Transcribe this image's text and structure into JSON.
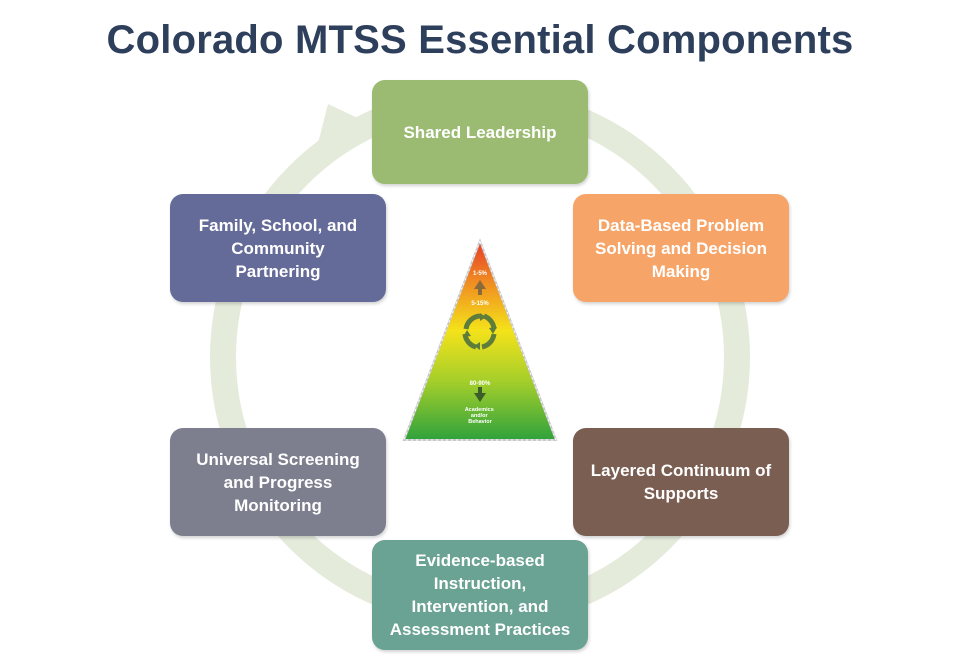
{
  "title": "Colorado MTSS Essential Components",
  "components": [
    {
      "label": "Shared Leadership",
      "color": "#9bbb72"
    },
    {
      "label": "Data-Based Problem\nSolving and Decision\nMaking",
      "color": "#f6a467"
    },
    {
      "label": "Layered Continuum of\nSupports",
      "color": "#7b5e52"
    },
    {
      "label": "Evidence-based\nInstruction,\nIntervention, and\nAssessment Practices",
      "color": "#6aa293"
    },
    {
      "label": "Universal Screening\nand Progress\nMonitoring",
      "color": "#7d7f8e"
    },
    {
      "label": "Family, School, and\nCommunity\nPartnering",
      "color": "#646b99"
    }
  ],
  "pyramid": {
    "tier_top": "1-5%",
    "tier_middle": "5-15%",
    "tier_base": "80-90%",
    "base_label": "Academics\nand/or\nBehavior"
  },
  "colors": {
    "ring": "#e4ebdb",
    "pyramid_top": "#e53a2a",
    "pyramid_mid": "#f4e21a",
    "pyramid_base": "#2fa23c"
  }
}
